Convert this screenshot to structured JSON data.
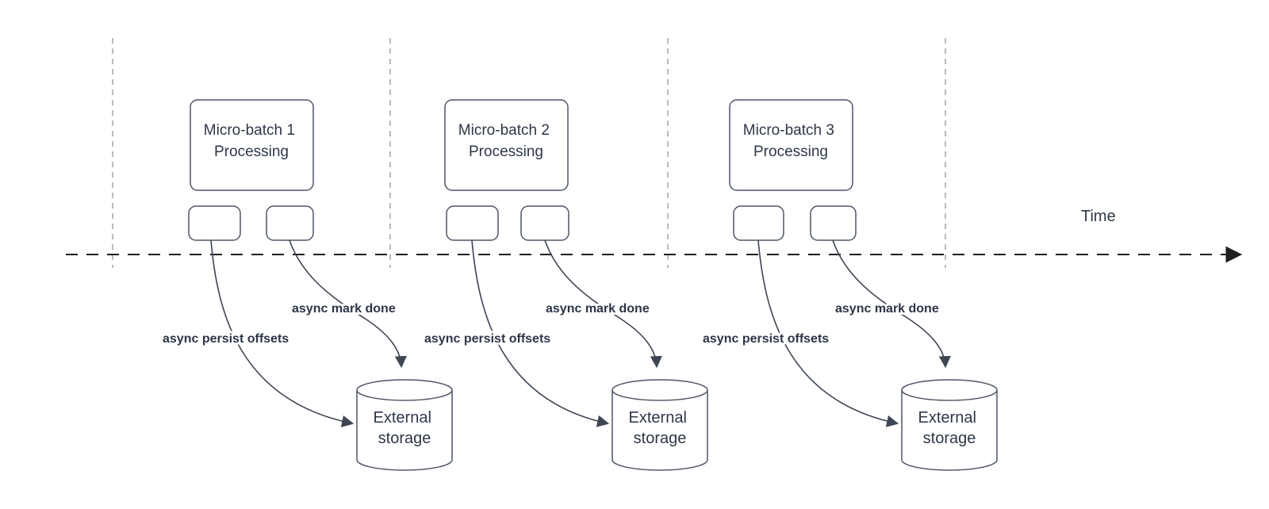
{
  "diagram": {
    "time_axis": {
      "label": "Time"
    },
    "batches": [
      {
        "title_line1": "Micro-batch 1",
        "title_line2": "Processing",
        "persist_label": "async persist offsets",
        "done_label": "async mark done",
        "storage_line1": "External",
        "storage_line2": "storage"
      },
      {
        "title_line1": "Micro-batch 2",
        "title_line2": "Processing",
        "persist_label": "async persist offsets",
        "done_label": "async mark done",
        "storage_line1": "External",
        "storage_line2": "storage"
      },
      {
        "title_line1": "Micro-batch 3",
        "title_line2": "Processing",
        "persist_label": "async persist offsets",
        "done_label": "async mark done",
        "storage_line1": "External",
        "storage_line2": "storage"
      }
    ],
    "colors": {
      "background": "#ffffff",
      "shape_stroke": "#4d5766",
      "connector": "#3e4654",
      "text": "#2d3748",
      "guide_line": "#a6aab0",
      "axis_line": "#1f1f1f"
    }
  }
}
